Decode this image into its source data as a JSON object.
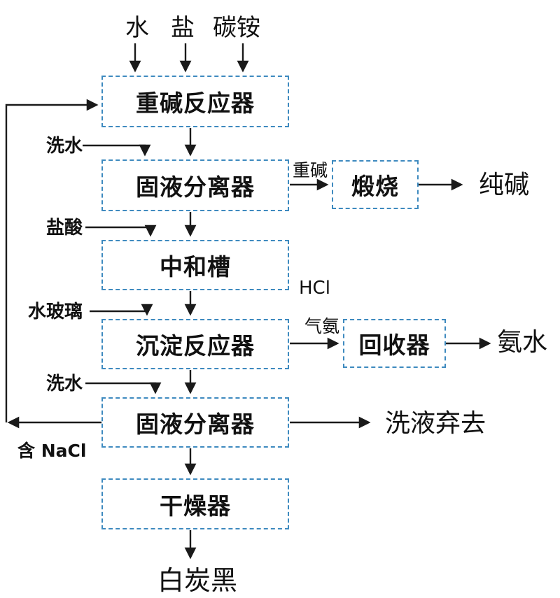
{
  "diagram": {
    "type": "process-flowchart",
    "boxes": {
      "main": [
        {
          "id": "heavy-alkali-reactor",
          "label": "重碱反应器"
        },
        {
          "id": "solid-liquid-separator-1",
          "label": "固液分离器"
        },
        {
          "id": "neutralization-tank",
          "label": "中和槽"
        },
        {
          "id": "precipitation-reactor",
          "label": "沉淀反应器"
        },
        {
          "id": "solid-liquid-separator-2",
          "label": "固液分离器"
        },
        {
          "id": "dryer",
          "label": "干燥器"
        }
      ],
      "side": [
        {
          "id": "calcination",
          "label": "煅烧"
        },
        {
          "id": "recovery",
          "label": "回收器"
        }
      ]
    },
    "inputs": {
      "top": [
        {
          "label": "水"
        },
        {
          "label": "盐"
        },
        {
          "label": "碳铵"
        }
      ],
      "left": [
        {
          "label": "洗水"
        },
        {
          "label": "盐酸"
        },
        {
          "label": "水玻璃"
        },
        {
          "label": "洗水"
        }
      ]
    },
    "stream_labels": {
      "heavy_alkali": "重碱",
      "ammonia_gas": "气氨",
      "hcl": "HCl",
      "contains_nacl": "含 NaCl"
    },
    "outputs": {
      "soda_ash": "纯碱",
      "ammonia_water": "氨水",
      "wash_discard": "洗液弃去",
      "silica": "白炭黑"
    },
    "colors": {
      "box_border": "#3e8abf",
      "arrow": "#1a1a1a",
      "text": "#111111",
      "background": "#ffffff"
    }
  }
}
